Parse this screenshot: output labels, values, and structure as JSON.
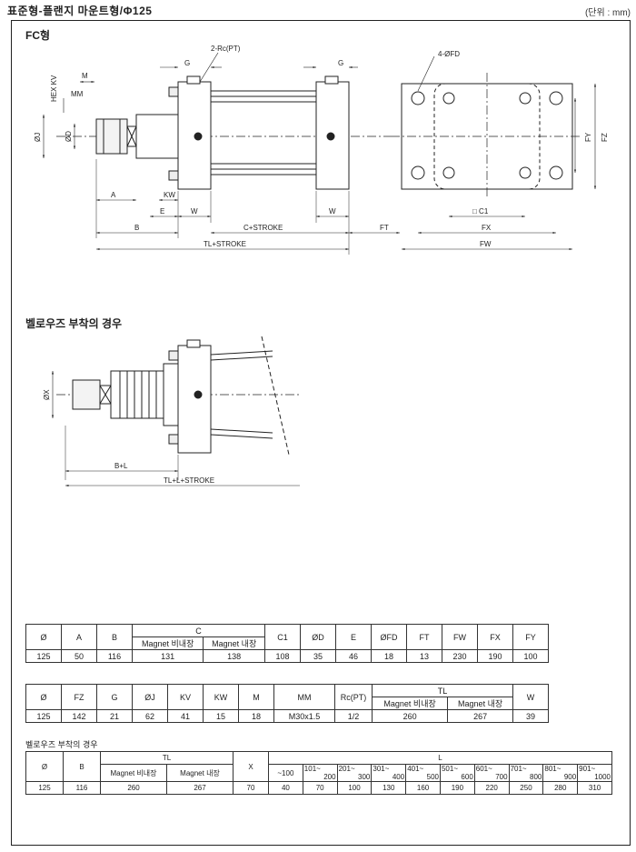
{
  "title": "표준형-플랜지 마운트형/Φ125",
  "unit": "(단위 : mm)",
  "fc_label": "FC형",
  "bellows_title": "벨로우즈 부착의 경우",
  "drawing_labels": {
    "rc_pt": "2-Rc(PT)",
    "g_left": "G",
    "g_right": "G",
    "m": "M",
    "mm": "MM",
    "hex_kv": "HEX KV",
    "phi_j": "ØJ",
    "phi_d": "ØD",
    "a": "A",
    "kw": "KW",
    "e": "E",
    "w_left": "W",
    "w_right": "W",
    "b": "B",
    "c_stroke": "C+STROKE",
    "ft": "FT",
    "tl_stroke": "TL+STROKE",
    "fd": "4-ØFD",
    "fy": "FY",
    "fz": "FZ",
    "c1": "□ C1",
    "fx": "FX",
    "fw": "FW",
    "phi_x": "ØX",
    "b_l": "B+L",
    "tl_l_stroke": "TL+L+STROKE"
  },
  "table1": {
    "headers": [
      "Ø",
      "A",
      "B",
      "C",
      "C1",
      "ØD",
      "E",
      "ØFD",
      "FT",
      "FW",
      "FX",
      "FY"
    ],
    "sub_headers": [
      "Magnet 비내장",
      "Magnet 내장"
    ],
    "row": [
      "125",
      "50",
      "116",
      "131",
      "138",
      "108",
      "35",
      "46",
      "18",
      "13",
      "230",
      "190",
      "100"
    ]
  },
  "table2": {
    "headers": [
      "Ø",
      "FZ",
      "G",
      "ØJ",
      "KV",
      "KW",
      "M",
      "MM",
      "Rc(PT)",
      "TL",
      "W"
    ],
    "sub_headers": [
      "Magnet 비내장",
      "Magnet 내장"
    ],
    "row": [
      "125",
      "142",
      "21",
      "62",
      "41",
      "15",
      "18",
      "M30x1.5",
      "1/2",
      "260",
      "267",
      "39"
    ]
  },
  "table3": {
    "caption": "벨로우즈 부착의 경우",
    "headers": [
      "Ø",
      "B",
      "TL",
      "X",
      "L"
    ],
    "sub_headers": [
      "Magnet 비내장",
      "Magnet 내장"
    ],
    "l_ranges": [
      {
        "top": "~100",
        "bottom": ""
      },
      {
        "top": "101~",
        "bottom": "200"
      },
      {
        "top": "201~",
        "bottom": "300"
      },
      {
        "top": "301~",
        "bottom": "400"
      },
      {
        "top": "401~",
        "bottom": "500"
      },
      {
        "top": "501~",
        "bottom": "600"
      },
      {
        "top": "601~",
        "bottom": "700"
      },
      {
        "top": "701~",
        "bottom": "800"
      },
      {
        "top": "801~",
        "bottom": "900"
      },
      {
        "top": "901~",
        "bottom": "1000"
      }
    ],
    "row": [
      "125",
      "116",
      "260",
      "267",
      "70",
      "40",
      "70",
      "100",
      "130",
      "160",
      "190",
      "220",
      "250",
      "280",
      "310"
    ]
  }
}
